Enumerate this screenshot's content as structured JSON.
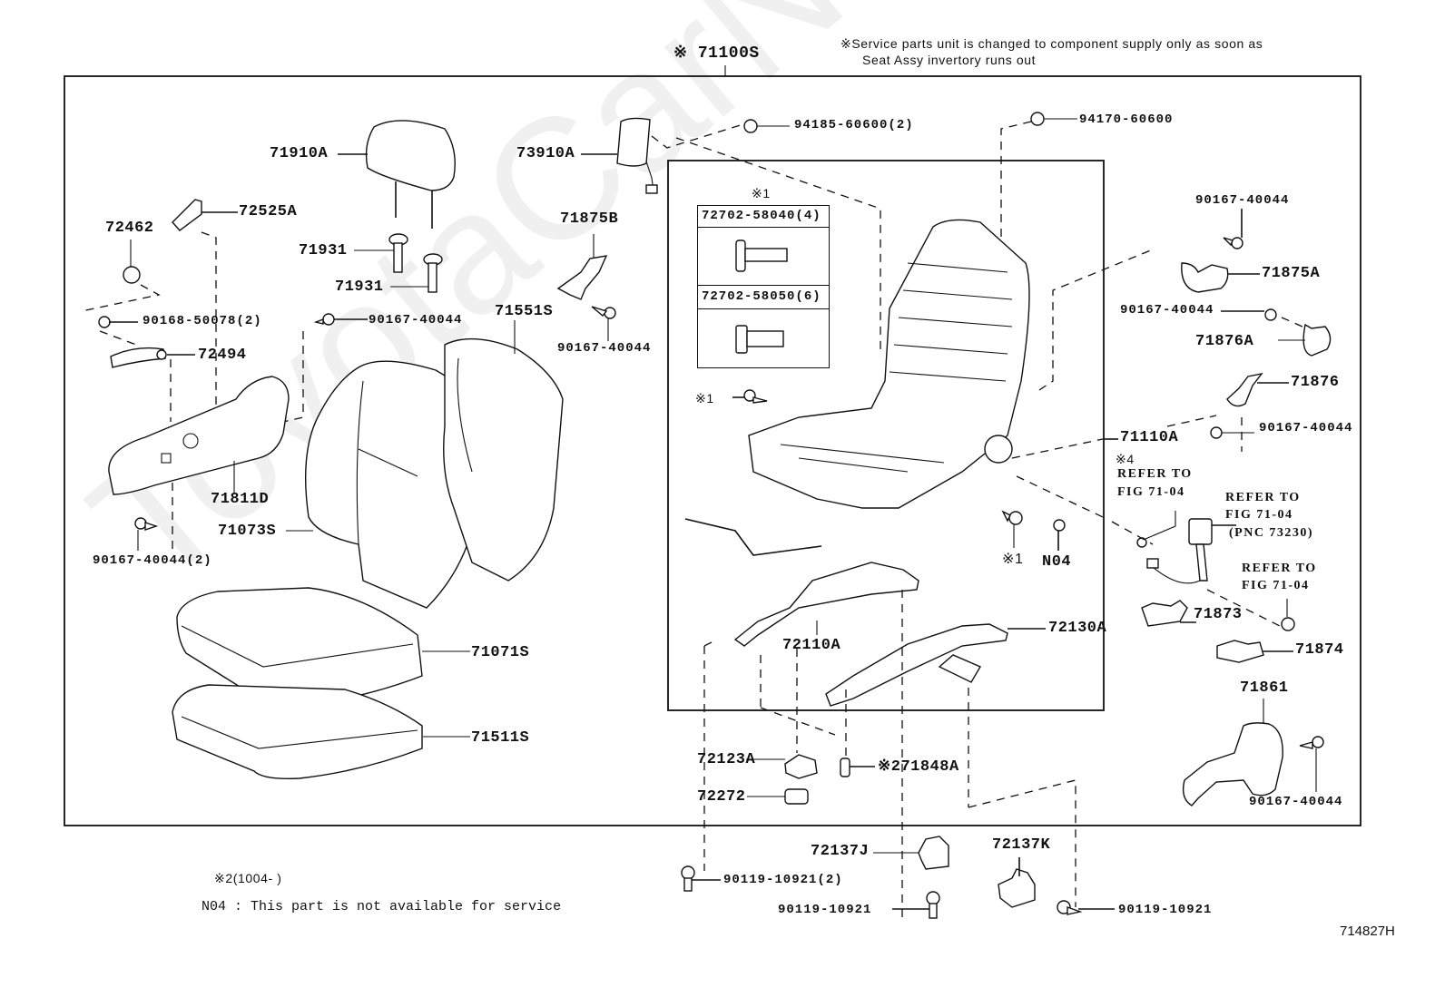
{
  "header": {
    "assembly_label": "※ 71100S",
    "service_note_line1": "※Service parts unit is changed to component supply only as soon as",
    "service_note_line2": "Seat Assy invertory runs out"
  },
  "watermark": "ToyotaCarNe.ru",
  "callout_box": {
    "marker": "※1",
    "rows": [
      {
        "part": "72702-58040(4)",
        "icon": "bolt-flange-icon"
      },
      {
        "part": "72702-58050(6)",
        "icon": "bolt-hex-icon"
      }
    ]
  },
  "labels": {
    "p71910A": "71910A",
    "p72525A": "72525A",
    "p72462": "72462",
    "p71931a": "71931",
    "p71931b": "71931",
    "p90168": "90168-50078(2)",
    "p90167_a": "90167-40044",
    "p72494": "72494",
    "p71811D": "71811D",
    "p90167_2": "90167-40044(2)",
    "p71073S": "71073S",
    "p71551S": "71551S",
    "p71071S": "71071S",
    "p71511S": "71511S",
    "p73910A": "73910A",
    "p71875B": "71875B",
    "p90167_b": "90167-40044",
    "p94185": "94185-60600(2)",
    "p94170": "94170-60600",
    "p90167_c": "90167-40044",
    "p71875A": "71875A",
    "p90167_d": "90167-40044",
    "p71876A": "71876A",
    "p71876": "71876",
    "p90167_e": "90167-40044",
    "p71110A": "71110A",
    "mark1_bolt": "※1",
    "mark1_low": "※1",
    "pN04": "N04",
    "mark4": "※4",
    "refer1_l1": "REFER TO",
    "refer1_l2": "FIG 71-04",
    "refer2_l1": "REFER TO",
    "refer2_l2": "FIG 71-04",
    "refer2_l3": "(PNC 73230)",
    "refer3_l1": "REFER TO",
    "refer3_l2": "FIG 71-04",
    "p71873": "71873",
    "p71874": "71874",
    "p71861": "71861",
    "p90167_f": "90167-40044",
    "p72110A": "72110A",
    "p72130A": "72130A",
    "p72123A": "72123A",
    "p71848A": "※271848A",
    "p72272": "72272",
    "p72137J": "72137J",
    "p72137K": "72137K",
    "p90119_2": "90119-10921(2)",
    "p90119_a": "90119-10921",
    "p90119_b": "90119-10921"
  },
  "footnotes": {
    "mark2": "※2(1004-     )",
    "n04": "N04 : This part is not available for service"
  },
  "figure_id": "714827H"
}
